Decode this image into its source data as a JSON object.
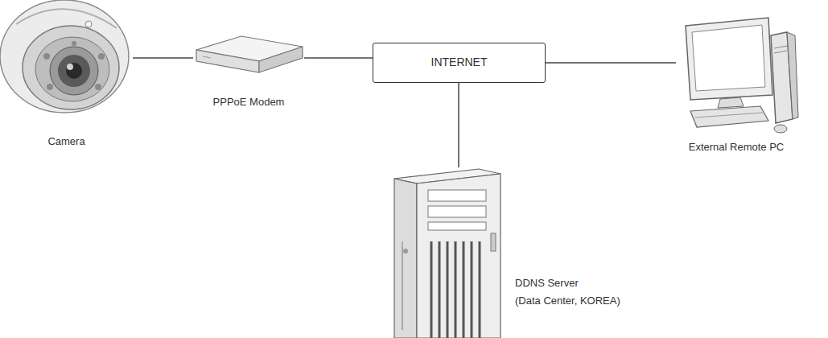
{
  "diagram": {
    "nodes": [
      {
        "text": [
          "Camera"
        ]
      },
      {
        "text": [
          "PPPoE Modem"
        ]
      },
      {
        "text": [
          "INTERNET"
        ]
      },
      {
        "text": [
          "External Remote PC"
        ]
      },
      {
        "text": [
          "DDNS Server",
          "(Data Center, KOREA)"
        ]
      }
    ],
    "edges": [
      {
        "from": 0,
        "to": 1,
        "arrow": "none"
      },
      {
        "from": 1,
        "to": 2,
        "arrow": "none"
      },
      {
        "from": 2,
        "to": 3,
        "arrow": "none"
      },
      {
        "from": 2,
        "to": 4,
        "arrow": "none"
      }
    ]
  }
}
